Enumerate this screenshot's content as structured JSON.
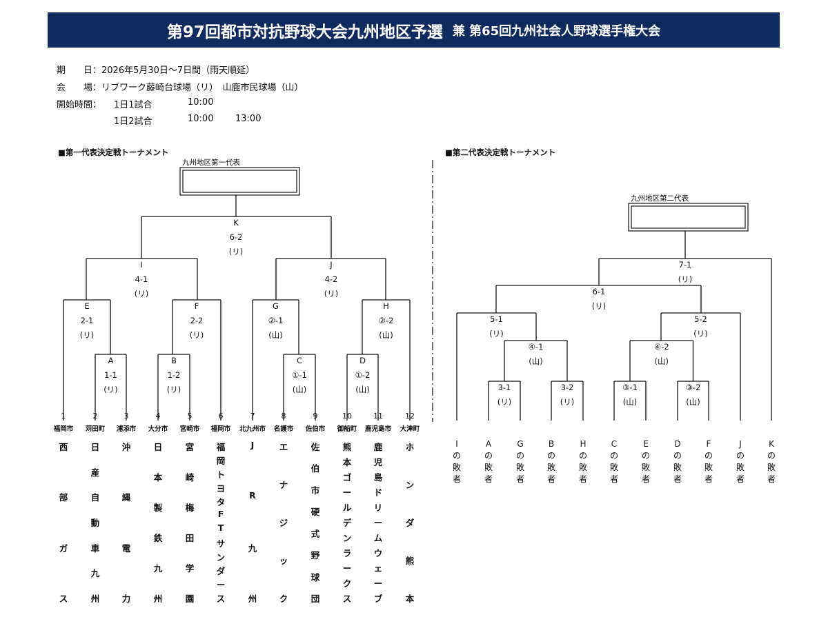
{
  "header": {
    "title_main": "第97回都市対抗野球大会九州地区予選",
    "title_sub": "兼 第65回九州社会人野球選手権大会"
  },
  "info": {
    "date_label": "期　　日：",
    "date_value": "2026年5月30日～7日間（雨天順延）",
    "venue_label": "会　　場：",
    "venue_value": "リブワーク藤崎台球場（リ）　山鹿市民球場（山）",
    "time_label": "開始時間：",
    "time_row1_a": "1日1試合",
    "time_row1_b": "10:00",
    "time_row2_a": "1日2試合",
    "time_row2_b": "10:00",
    "time_row2_c": "13:00"
  },
  "first": {
    "section": "■第一代表決定戦トーナメント",
    "rep_label": "九州地区第一代表",
    "games": [
      {
        "id": "K",
        "score": "6-2",
        "venue": "(リ)"
      },
      {
        "id": "I",
        "score": "4-1",
        "venue": "(リ)"
      },
      {
        "id": "J",
        "score": "4-2",
        "venue": "(リ)"
      },
      {
        "id": "E",
        "score": "2-1",
        "venue": "(リ)"
      },
      {
        "id": "F",
        "score": "2-2",
        "venue": "(リ)"
      },
      {
        "id": "G",
        "score": "②-1",
        "venue": "(山)"
      },
      {
        "id": "H",
        "score": "②-2",
        "venue": "(山)"
      },
      {
        "id": "A",
        "score": "1-1",
        "venue": "(リ)"
      },
      {
        "id": "B",
        "score": "1-2",
        "venue": "(リ)"
      },
      {
        "id": "C",
        "score": "①-1",
        "venue": "(山)"
      },
      {
        "id": "D",
        "score": "①-2",
        "venue": "(山)"
      }
    ],
    "teams": [
      {
        "num": "1",
        "city": "福岡市",
        "name": "西部ガス"
      },
      {
        "num": "2",
        "city": "苅田町",
        "name": "日産自動車九州"
      },
      {
        "num": "3",
        "city": "浦添市",
        "name": "沖縄電力"
      },
      {
        "num": "4",
        "city": "大分市",
        "name": "日本製鉄九州"
      },
      {
        "num": "5",
        "city": "宮崎市",
        "name": "宮崎梅田学園"
      },
      {
        "num": "6",
        "city": "福岡市",
        "name": "福岡トヨタFTサンダース"
      },
      {
        "num": "7",
        "city": "北九州市",
        "name": "JR九州"
      },
      {
        "num": "8",
        "city": "名護市",
        "name": "エナジック"
      },
      {
        "num": "9",
        "city": "佐伯市",
        "name": "佐伯市硬式野球団"
      },
      {
        "num": "10",
        "city": "御船町",
        "name": "熊本ゴールデンラークス"
      },
      {
        "num": "11",
        "city": "鹿児島市",
        "name": "鹿児島ドリームウェーブ"
      },
      {
        "num": "12",
        "city": "大津町",
        "name": "ホンダ熊本"
      }
    ]
  },
  "second": {
    "section": "■第二代表決定戦トーナメント",
    "rep_label": "九州地区第二代表",
    "games": [
      {
        "score": "7-1",
        "venue": "(リ)"
      },
      {
        "score": "6-1",
        "venue": "(リ)"
      },
      {
        "score": "5-1",
        "venue": "(リ)"
      },
      {
        "score": "5-2",
        "venue": "(リ)"
      },
      {
        "score": "④-1",
        "venue": "(山)"
      },
      {
        "score": "④-2",
        "venue": "(山)"
      },
      {
        "score": "3-1",
        "venue": "(リ)"
      },
      {
        "score": "3-2",
        "venue": "(リ)"
      },
      {
        "score": "③-1",
        "venue": "(山)"
      },
      {
        "score": "③-2",
        "venue": "(山)"
      }
    ],
    "losers": [
      {
        "id": "I",
        "text": "の敗者"
      },
      {
        "id": "A",
        "text": "の敗者"
      },
      {
        "id": "G",
        "text": "の敗者"
      },
      {
        "id": "B",
        "text": "の敗者"
      },
      {
        "id": "H",
        "text": "の敗者"
      },
      {
        "id": "C",
        "text": "の敗者"
      },
      {
        "id": "E",
        "text": "の敗者"
      },
      {
        "id": "D",
        "text": "の敗者"
      },
      {
        "id": "F",
        "text": "の敗者"
      },
      {
        "id": "J",
        "text": "の敗者"
      },
      {
        "id": "K",
        "text": "の敗者"
      }
    ]
  }
}
